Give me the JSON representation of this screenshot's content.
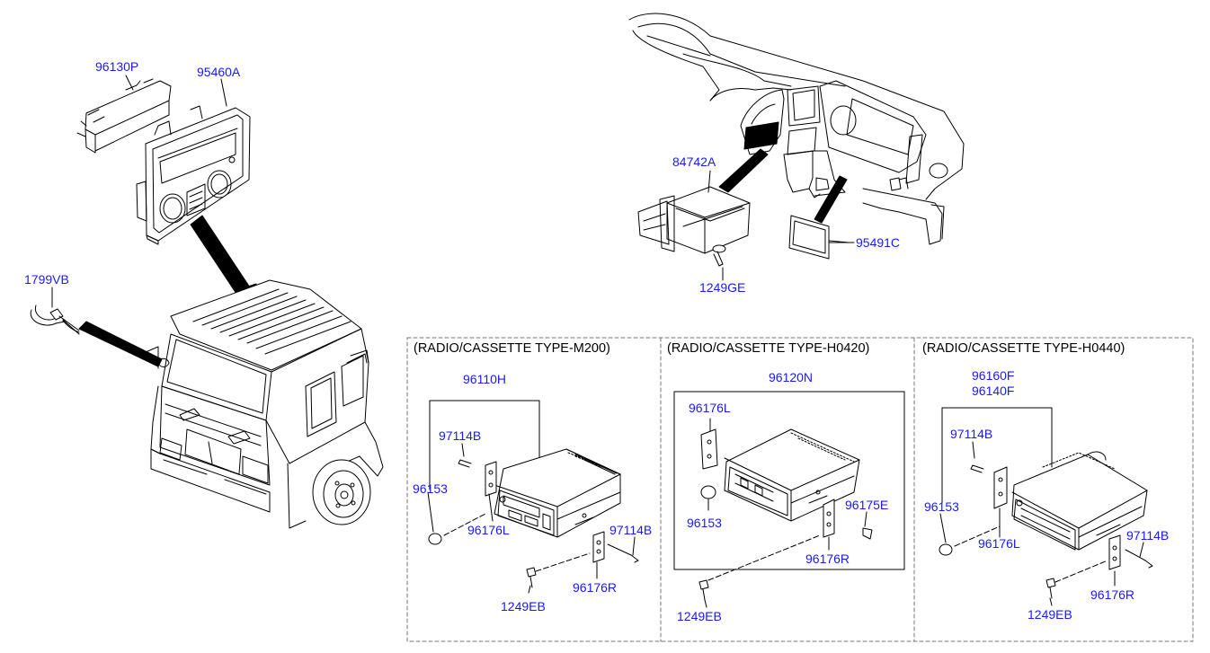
{
  "colors": {
    "part_number": "#1a1aff",
    "line": "#000000",
    "dashed_frame": "#777777"
  },
  "top_parts": {
    "p96130P": "96130P",
    "p95460A": "95460A",
    "p1799VB": "1799VB",
    "p84742A": "84742A",
    "p95491C": "95491C",
    "p1249GE": "1249GE"
  },
  "sections": [
    {
      "title": "(RADIO/CASSETTE TYPE-M200)",
      "parts": {
        "unit": "96110H",
        "screw_top": "97114B",
        "knob": "96153",
        "bracket_left": "96176L",
        "screw_right": "97114B",
        "bolt": "1249EB",
        "bracket_right": "96176R"
      }
    },
    {
      "title": "(RADIO/CASSETTE TYPE-H0420)",
      "parts": {
        "unit": "96120N",
        "bracket_left": "96176L",
        "knob": "96153",
        "screw": "96175E",
        "bracket_right": "96176R",
        "bolt": "1249EB"
      }
    },
    {
      "title": "(RADIO/CASSETTE TYPE-H0440)",
      "parts": {
        "unit_a": "96160F",
        "unit_b": "96140F",
        "screw_top": "97114B",
        "knob": "96153",
        "bracket_left": "96176L",
        "screw_right": "97114B",
        "bracket_right": "96176R",
        "bolt": "1249EB"
      }
    }
  ]
}
